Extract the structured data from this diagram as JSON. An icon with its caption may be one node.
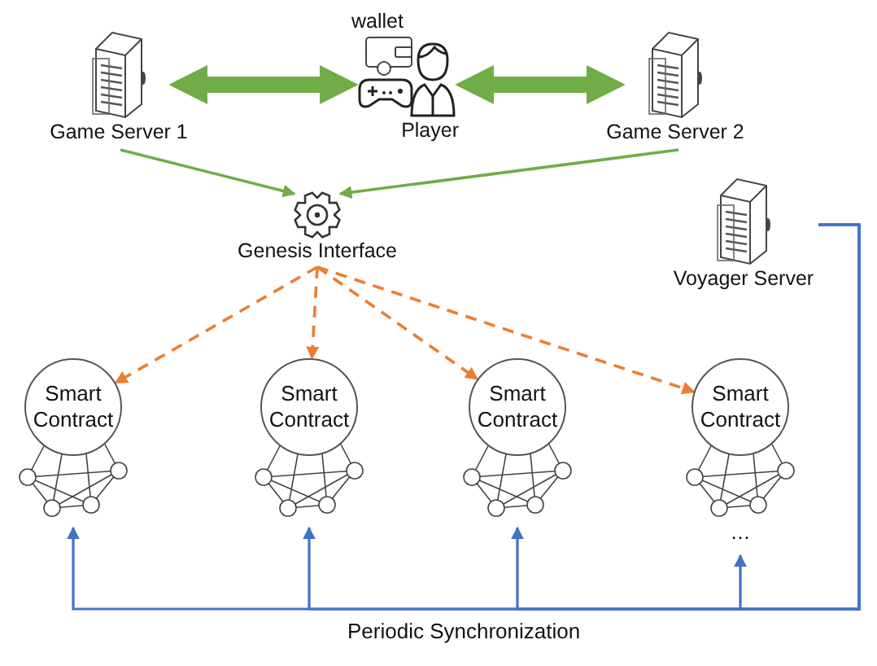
{
  "diagram": {
    "nodes": [
      {
        "text": [
          "Game Server 1"
        ]
      },
      {
        "text": [
          "wallet",
          "Player"
        ]
      },
      {
        "text": [
          "Game Server 2"
        ]
      },
      {
        "text": [
          "Genesis Interface"
        ]
      },
      {
        "text": [
          "Voyager Server"
        ]
      },
      {
        "text": [
          "Smart Contract"
        ]
      },
      {
        "text": [
          "Smart Contract"
        ]
      },
      {
        "text": [
          "Smart Contract"
        ]
      },
      {
        "text": [
          "Smart Contract"
        ]
      },
      {
        "text": [],
        "shape": "picture"
      },
      {
        "text": [],
        "shape": "picture"
      },
      {
        "text": [],
        "shape": "picture"
      },
      {
        "text": [
          "…"
        ]
      }
    ],
    "edges": [
      {
        "from": 0,
        "to": 1,
        "arrow": "both",
        "style": "thick",
        "color": "#70ad47"
      },
      {
        "from": 1,
        "to": 2,
        "arrow": "both",
        "style": "thick",
        "color": "#70ad47"
      },
      {
        "from": 0,
        "to": 3,
        "arrow": "to",
        "color": "#70ad47"
      },
      {
        "from": 2,
        "to": 3,
        "arrow": "to",
        "color": "#70ad47"
      },
      {
        "from": 3,
        "to": 5,
        "arrow": "to",
        "style": "dashed",
        "color": "#ed7d31"
      },
      {
        "from": 3,
        "to": 6,
        "arrow": "to",
        "style": "dashed",
        "color": "#ed7d31"
      },
      {
        "from": 3,
        "to": 7,
        "arrow": "to",
        "style": "dashed",
        "color": "#ed7d31"
      },
      {
        "from": 3,
        "to": 8,
        "arrow": "to",
        "style": "dashed",
        "color": "#ed7d31"
      },
      {
        "from": 4,
        "to": 9,
        "arrow": "to",
        "color": "#4472c4"
      },
      {
        "from": 4,
        "to": 10,
        "arrow": "to",
        "color": "#4472c4"
      },
      {
        "from": 4,
        "to": 11,
        "arrow": "to",
        "color": "#4472c4"
      },
      {
        "from": 4,
        "to": 12,
        "arrow": "to",
        "color": "#4472c4"
      }
    ],
    "labels": [
      "Periodic Synchronization"
    ]
  }
}
